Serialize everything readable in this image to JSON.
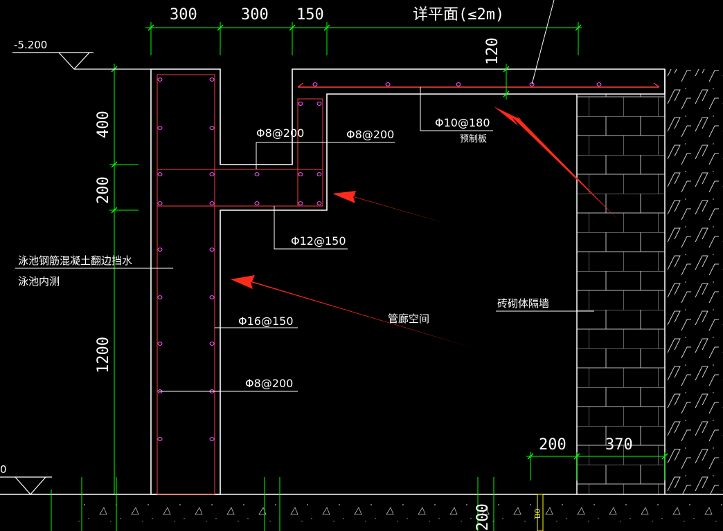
{
  "dimensions": {
    "top": [
      "300",
      "300",
      "150"
    ],
    "top_detail": "详平面(≤2m)",
    "slab_thickness": "120",
    "left_upper": "400",
    "left_middle": "200",
    "left_lower": "1200",
    "bottom_gap": "200",
    "bottom_wall": "370",
    "bottom_partial": "200"
  },
  "levels": {
    "top": "-5.200",
    "bottom": "0"
  },
  "rebar": {
    "top_slab": "Φ10@180",
    "top_slab_note": "预制板",
    "upper_stirrup": "Φ8@200",
    "upper_stirrup_right": "Φ8@200",
    "beam_main": "Φ12@150",
    "wall_vertical": "Φ16@150",
    "wall_horizontal": "Φ8@200"
  },
  "labels": {
    "pool_wall_line1": "泳池钢筋混凝土翻边挡水",
    "pool_wall_line2": "泳池内测",
    "corridor_space": "管廊空间",
    "brick_wall": "砖砌体隔墙",
    "small_tag": "B0"
  },
  "colors": {
    "background": "#000000",
    "outline": "#ffffff",
    "dimension": "#00ff00",
    "rebar": "#ff3b3b",
    "rebar_dot": "#ff55ff",
    "arrow": "#ff2a1a",
    "tag": "#ffff00"
  }
}
